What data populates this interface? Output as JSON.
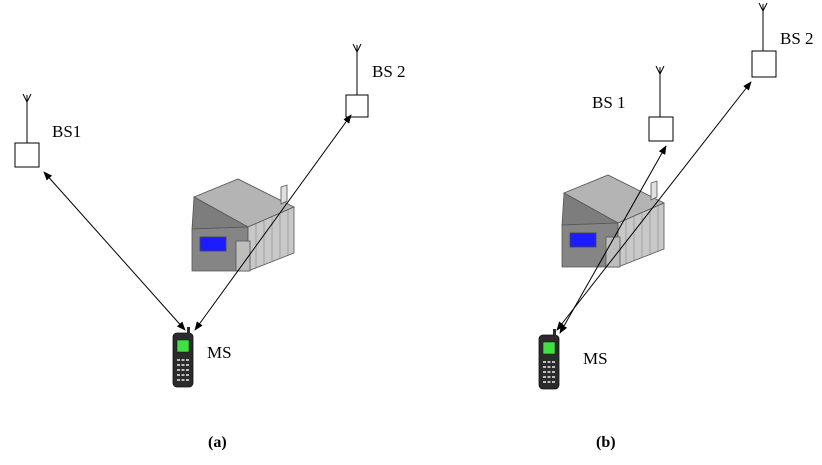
{
  "panel_a": {
    "caption": "(a)",
    "bs1_label": "BS1",
    "bs2_label": "BS 2",
    "ms_label": "MS"
  },
  "panel_b": {
    "caption": "(b)",
    "bs1_label": "BS 1",
    "bs2_label": "BS 2",
    "ms_label": "MS"
  },
  "colors": {
    "house_wall": "#8a8a8a",
    "house_roof": "#a9a9a9",
    "house_window": "#1c1cff",
    "phone_body": "#2b2b2b",
    "phone_screen": "#3fe03f"
  }
}
